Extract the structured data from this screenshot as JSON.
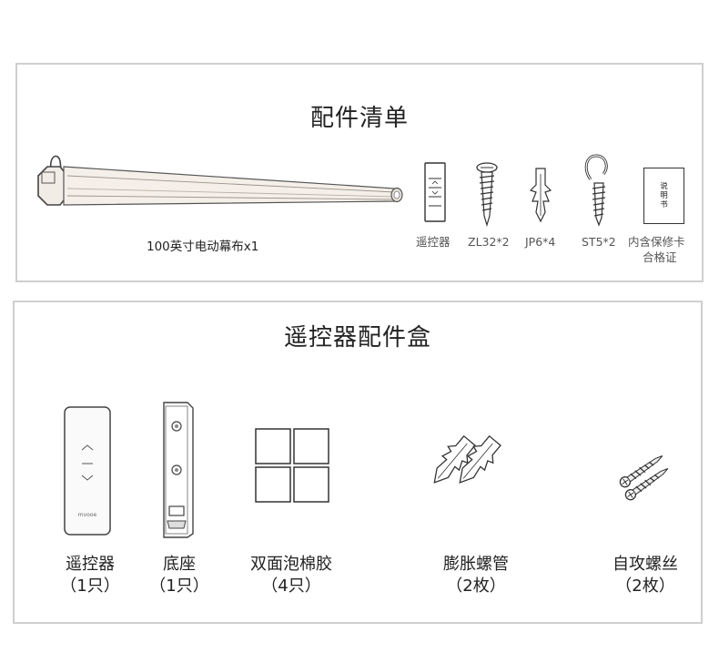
{
  "panel1": {
    "title": "配件清单",
    "screen_caption": "100英寸电动幕布x1",
    "items": [
      {
        "label": "遥控器"
      },
      {
        "label": "ZL32*2"
      },
      {
        "label": "JP6*4"
      },
      {
        "label": "ST5*2"
      },
      {
        "label_line1": "内含保修卡",
        "label_line2": "合格证"
      }
    ],
    "manual_text": [
      "说",
      "明",
      "书"
    ]
  },
  "panel2": {
    "title": "遥控器配件盒",
    "remote_brand": "mvooe",
    "items": [
      {
        "name": "遥控器",
        "qty": "（1只）"
      },
      {
        "name": "底座",
        "qty": "（1只）"
      },
      {
        "name": "双面泡棉胶",
        "qty": "（4只）"
      },
      {
        "name": "膨胀螺管",
        "qty": "（2枚）"
      },
      {
        "name": "自攻螺丝",
        "qty": "（2枚）"
      }
    ]
  },
  "colors": {
    "border": "#cfcfcf",
    "screen_body": "#f4efe8",
    "outline": "#444444"
  }
}
